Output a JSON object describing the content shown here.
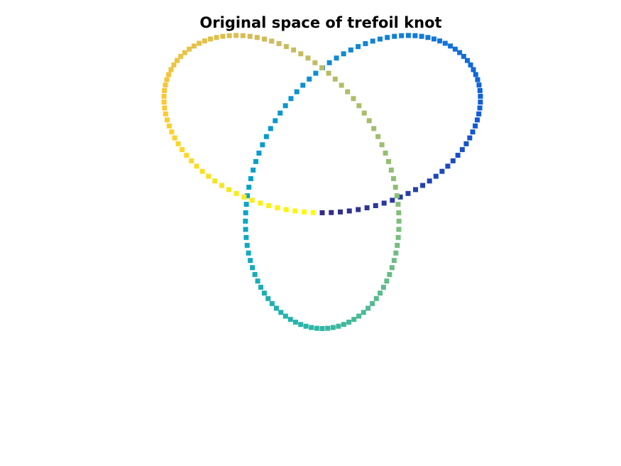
{
  "chart_data": {
    "type": "scatter",
    "title": "Original space of trefoil knot",
    "xlabel": "",
    "ylabel": "",
    "axes_visible": false,
    "grid": false,
    "legend": "none",
    "marker": "square",
    "colormap": "parula",
    "aspect": "equal",
    "curve": {
      "name": "",
      "equation_x": "sin(t) + 2*sin(2t)",
      "equation_y": "cos(t) - 2*cos(2t)",
      "t_range": [
        0,
        6.2832
      ],
      "num_points": 200
    },
    "xlim": [
      -3.2,
      3.2
    ],
    "ylim": [
      -3.2,
      3.2
    ],
    "color_scale": [
      "#352A87",
      "#0F5CDD",
      "#1481D6",
      "#06A4CA",
      "#2EB7A4",
      "#87BF77",
      "#D1BB59",
      "#FEC832",
      "#F9FB0E"
    ]
  }
}
